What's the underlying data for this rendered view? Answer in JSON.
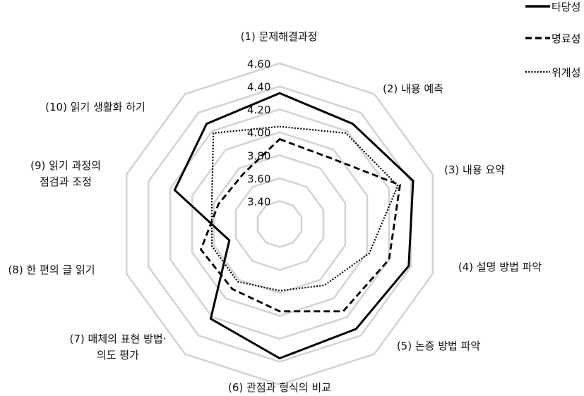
{
  "chart_data": {
    "type": "radar",
    "categories": [
      "(1) 문제해결과정",
      "(2) 내용 예측",
      "(3) 내용 요약",
      "(4) 설명 방법 파악",
      "(5) 논증 방법 파악",
      "(6) 관점과 형식의 비교",
      "(7) 매체의 표현 방법·\n의도 평가",
      "(8) 한 편의 글 읽기",
      "(9) 읽기 과정의\n점검과 조정",
      "(10) 읽기 생활화 하기"
    ],
    "ticks": [
      "3.40",
      "3.60",
      "3.80",
      "4.00",
      "4.20",
      "4.40",
      "4.60"
    ],
    "rlim": [
      3.2,
      4.6
    ],
    "grid": true,
    "legend_position": "top-right",
    "series": [
      {
        "name": "타당성",
        "style": "solid",
        "color": "#000000",
        "values": [
          4.34,
          4.28,
          4.42,
          4.38,
          4.33,
          4.37,
          4.22,
          3.66,
          4.16,
          4.28
        ]
      },
      {
        "name": "명료성",
        "style": "dashed",
        "color": "#000000",
        "values": [
          3.94,
          3.92,
          4.3,
          4.2,
          4.14,
          3.96,
          3.9,
          3.92,
          3.76,
          3.74
        ]
      },
      {
        "name": "위계성",
        "style": "dotted",
        "color": "#000000",
        "values": [
          4.05,
          4.18,
          4.28,
          4.02,
          3.86,
          3.78,
          3.82,
          3.82,
          3.82,
          4.18
        ]
      }
    ]
  }
}
